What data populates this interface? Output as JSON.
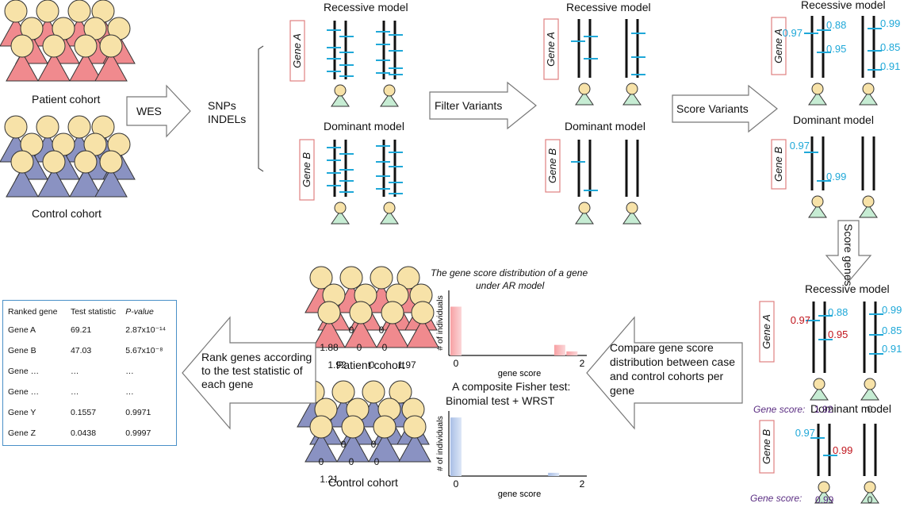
{
  "labels": {
    "patient_cohort": "Patient cohort",
    "control_cohort": "Control cohort",
    "wes": "WES",
    "snps": "SNPs",
    "indels": "INDELs",
    "filter_variants": "Filter Variants",
    "score_variants": "Score Variants",
    "score_genes": "Score genes",
    "recessive_model": "Recessive model",
    "dominant_model": "Dominant model",
    "gene_a": "Gene A",
    "gene_b": "Gene B",
    "compare_line1": "Compare gene score",
    "compare_line2": "distribution between case",
    "compare_line3": "and control cohorts per",
    "compare_line4": "gene",
    "rank_line1": "Rank genes according",
    "rank_line2": "to the test statistic of",
    "rank_line3": "each gene",
    "dist_title_line1": "The gene score distribution of a gene",
    "dist_title_line2": "under AR model",
    "fisher_line1": "A composite Fisher test:",
    "fisher_line2": "Binomial test + WRST",
    "ylabel": "# of individuals",
    "xlabel": "gene score",
    "x0": "0",
    "x2": "2",
    "gene_score_label": "Gene score:"
  },
  "scores": {
    "rec_top": [
      "0.97",
      "0.88",
      "0.95",
      "0.99",
      "0.85",
      "0.91"
    ],
    "dom_top": [
      "0.97",
      "0.99"
    ],
    "rec_bottom": [
      "0.97",
      "0.95",
      "0.88",
      "0.99",
      "0.85",
      "0.91"
    ],
    "dom_bottom": [
      "0.97",
      "0.99"
    ],
    "gene_score_a1": "1.92",
    "gene_score_a2": "0",
    "gene_score_b1": "0.99",
    "gene_score_b2": "0"
  },
  "cohort_values": {
    "patient": [
      "0",
      "0",
      "1.88",
      "0",
      "0",
      "1.92",
      "0",
      "1.97"
    ],
    "control": [
      "0",
      "0",
      "0",
      "0",
      "0",
      "1.21"
    ]
  },
  "table": {
    "headers": [
      "Ranked gene",
      "Test statistic",
      "P-value"
    ],
    "rows": [
      [
        "Gene A",
        "69.21",
        "2.87x10⁻¹⁴"
      ],
      [
        "Gene B",
        "47.03",
        "5.67x10⁻⁸"
      ],
      [
        "Gene …",
        "…",
        "…"
      ],
      [
        "Gene …",
        "…",
        "…"
      ],
      [
        "Gene Y",
        "0.1557",
        "0.9971"
      ],
      [
        "Gene Z",
        "0.0438",
        "0.9997"
      ]
    ]
  },
  "colors": {
    "patient": "#f08a8e",
    "control": "#8a92c2",
    "head": "#f7e2a8",
    "triangle": "#c6ecd3",
    "variant": "#1fa8d8",
    "red_score": "#c0141c",
    "gene_box": "#e08080",
    "table_border": "#4a90c8"
  },
  "chart_data": [
    {
      "type": "bar",
      "title": "The gene score distribution of a gene under AR model",
      "xlabel": "gene score",
      "ylabel": "# of individuals",
      "xlim": [
        0,
        2
      ],
      "x": [
        0,
        1.7,
        1.9
      ],
      "values": [
        6,
        1.3,
        0.5
      ],
      "ylim": [
        0,
        8
      ]
    },
    {
      "type": "bar",
      "title": "A composite Fisher test: Binomial test + WRST",
      "xlabel": "gene score",
      "ylabel": "# of individuals",
      "xlim": [
        0,
        2
      ],
      "x": [
        0,
        1.6
      ],
      "values": [
        9,
        0.5
      ],
      "ylim": [
        0,
        10
      ]
    }
  ]
}
